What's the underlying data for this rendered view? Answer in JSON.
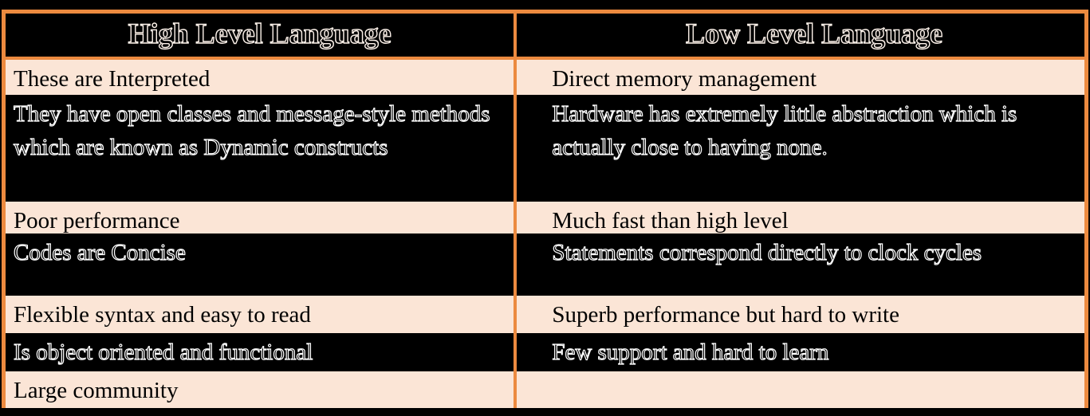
{
  "table": {
    "title": "High Level vs Low Level Language comparison table",
    "colors": {
      "border_orange": "#EC8A3F",
      "row_peach": "#FBE5D6",
      "row_black": "#000000",
      "outline_text": "#FFFFFF"
    },
    "headers": {
      "left": "High Level Language",
      "right": "Low Level Language"
    },
    "rows": [
      {
        "left": "These are Interpreted",
        "right": "Direct memory management",
        "style": "light"
      },
      {
        "left": "They have open classes and message-style methods which are known as Dynamic constructs",
        "right": "Hardware has extremely little abstraction which is actually close to having none.",
        "style": "dark"
      },
      {
        "left": "Poor performance",
        "right": "Much fast than high level",
        "style": "light"
      },
      {
        "left": "Codes are Concise",
        "right": "Statements correspond directly to clock cycles",
        "style": "dark"
      },
      {
        "left": "Flexible syntax and easy to read",
        "right": "Superb performance but hard to write",
        "style": "light"
      },
      {
        "left": "Is object oriented and functional",
        "right": "Few support and hard to learn",
        "style": "dark"
      },
      {
        "left": "Large community",
        "right": "",
        "style": "light"
      }
    ]
  }
}
